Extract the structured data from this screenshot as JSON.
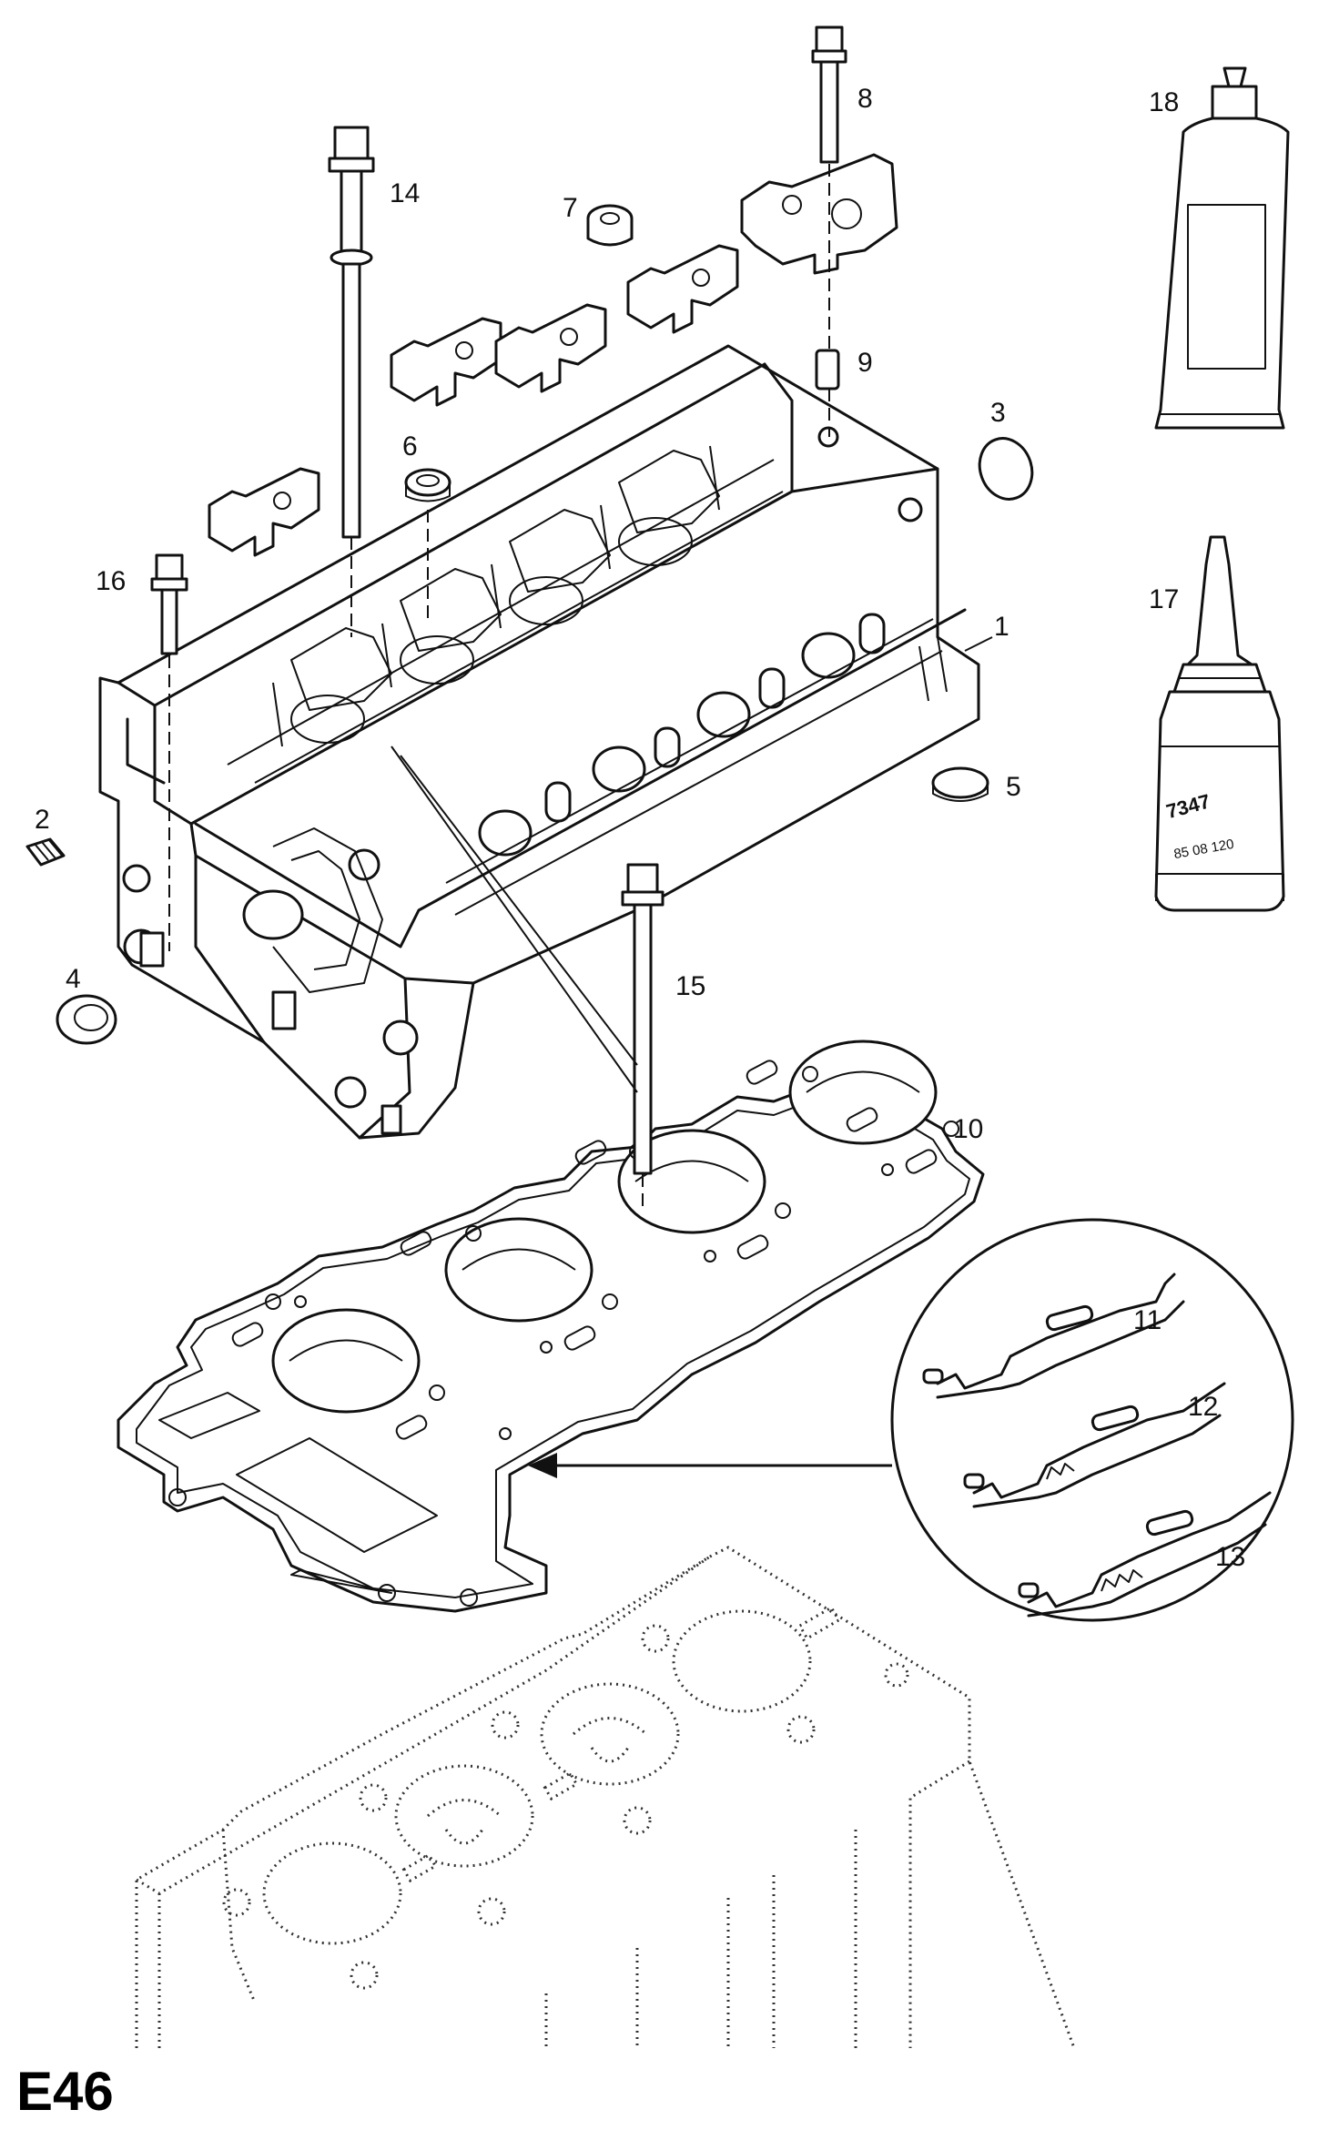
{
  "diagram": {
    "code": "E46",
    "callouts": [
      {
        "id": "1",
        "text": "1"
      },
      {
        "id": "2",
        "text": "2"
      },
      {
        "id": "3",
        "text": "3"
      },
      {
        "id": "4",
        "text": "4"
      },
      {
        "id": "5",
        "text": "5"
      },
      {
        "id": "6",
        "text": "6"
      },
      {
        "id": "7",
        "text": "7"
      },
      {
        "id": "8",
        "text": "8"
      },
      {
        "id": "9",
        "text": "9"
      },
      {
        "id": "10",
        "text": "10"
      },
      {
        "id": "11",
        "text": "11"
      },
      {
        "id": "12",
        "text": "12"
      },
      {
        "id": "13",
        "text": "13"
      },
      {
        "id": "14",
        "text": "14"
      },
      {
        "id": "15",
        "text": "15"
      },
      {
        "id": "16",
        "text": "16"
      },
      {
        "id": "17",
        "text": "17"
      },
      {
        "id": "18",
        "text": "18"
      }
    ],
    "bottle_label": "7347",
    "bottle_sublabel": "85 08 120"
  }
}
